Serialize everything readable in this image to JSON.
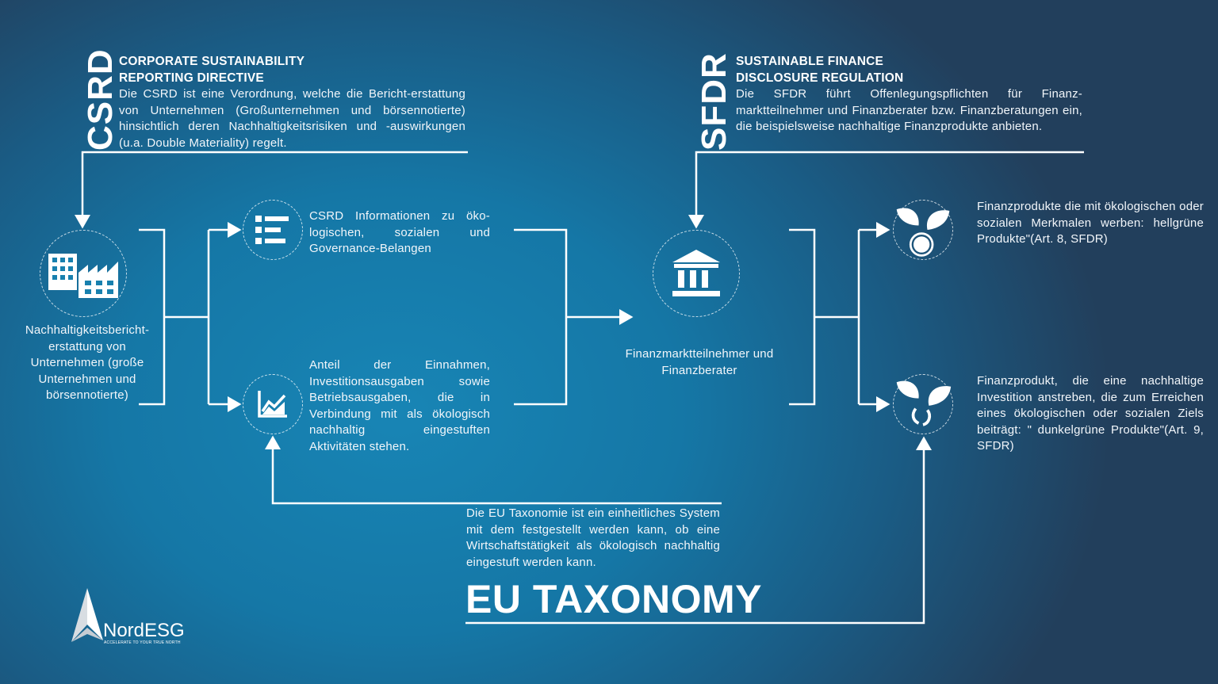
{
  "csrd": {
    "acronym": "CSRD",
    "title_line1": "CORPORATE SUSTAINABILITY",
    "title_line2": "REPORTING DIRECTIVE",
    "description": "Die CSRD ist eine Verordnung, welche die Bericht-erstattung von Unternehmen (Großunternehmen und börsennotierte) hinsichtlich deren Nachhaltigkeitsrisiken und -auswirkungen (u.a. Double Materiality) regelt."
  },
  "sfdr": {
    "acronym": "SFDR",
    "title_line1": "SUSTAINABLE FINANCE",
    "title_line2": "DISCLOSURE REGULATION",
    "description": "Die SFDR führt Offenlegungspflichten für Finanz-marktteilnehmer und Finanzberater bzw. Finanzberatungen ein, die beispielsweise nachhaltige Finanzprodukte anbieten."
  },
  "nodes": {
    "companies": {
      "label": "Nachhaltigkeitsbericht-erstattung von Unternehmen (große Unternehmen und börsennotierte)",
      "icon": "factory-icon"
    },
    "csrd_info": {
      "label": "CSRD Informationen zu öko-logischen, sozialen und Governance-Belangen",
      "icon": "list-icon"
    },
    "revenue_share": {
      "label": "Anteil der Einnahmen, Investitionsausgaben sowie Betriebsausgaben, die in Verbindung mit als ökologisch nachhaltig eingestuften Aktivitäten stehen.",
      "icon": "chart-icon"
    },
    "financial_participants": {
      "label": "Finanzmarktteilnehmer und Finanzberater",
      "icon": "bank-icon"
    },
    "light_green": {
      "label": "Finanzprodukte die mit ökologischen oder sozialen Merkmalen werben: hellgrüne Produkte\"(Art. 8, SFDR)",
      "icon": "plant-globe-icon"
    },
    "dark_green": {
      "label": "Finanzprodukt, die eine nachhaltige Investition anstreben, die zum Erreichen eines ökologischen oder sozialen Ziels beiträgt: \" dunkelgrüne Produkte\"(Art. 9, SFDR)",
      "icon": "plant-recycle-icon"
    }
  },
  "taxonomy": {
    "description": "Die EU Taxonomie ist ein einheitliches System mit dem festgestellt werden kann, ob eine Wirtschaftstätigkeit als ökologisch nachhaltig eingestuft werden kann.",
    "title": "EU TAXONOMY"
  },
  "logo": {
    "name": "NordESG",
    "tagline": "ACCELERATE TO YOUR TRUE NORTH"
  }
}
